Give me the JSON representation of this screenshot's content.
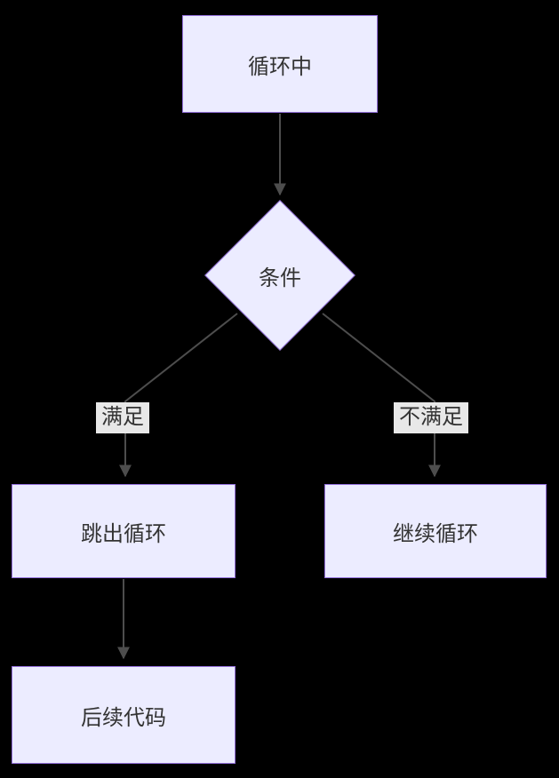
{
  "diagram": {
    "type": "flowchart",
    "background_color": "#000000",
    "node_fill_color": "#ECECFF",
    "node_border_color": "#9370DB",
    "edge_color": "#4d4d4d",
    "edge_label_background": "#e8e8e8",
    "text_color": "#333333",
    "nodes": [
      {
        "id": "loop",
        "shape": "rect",
        "label": "循环中"
      },
      {
        "id": "cond",
        "shape": "diamond",
        "label": "条件"
      },
      {
        "id": "break",
        "shape": "rect",
        "label": "跳出循环"
      },
      {
        "id": "continue",
        "shape": "rect",
        "label": "继续循环"
      },
      {
        "id": "after",
        "shape": "rect",
        "label": "后续代码"
      }
    ],
    "edges": [
      {
        "from": "loop",
        "to": "cond",
        "label": ""
      },
      {
        "from": "cond",
        "to": "break",
        "label": "满足"
      },
      {
        "from": "cond",
        "to": "continue",
        "label": "不满足"
      },
      {
        "from": "break",
        "to": "after",
        "label": ""
      }
    ]
  }
}
